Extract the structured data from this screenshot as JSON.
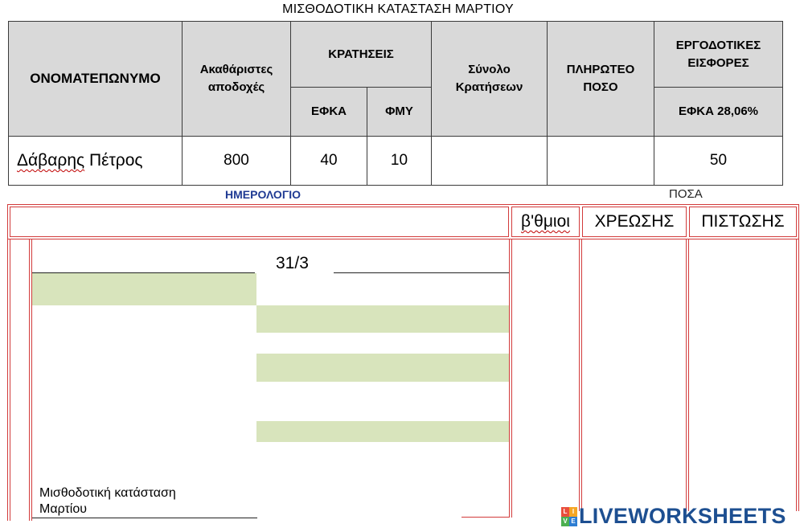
{
  "payroll": {
    "title": "ΜΙΣΘΟΔΟΤΙΚΗ ΚΑΤΑΣΤΑΣΗ ΜΑΡΤΙΟΥ",
    "headers": {
      "name": "ΟΝΟΜΑΤΕΠΩΝΥΜΟ",
      "gross": "Ακαθάριστες αποδοχές",
      "deductions": "ΚΡΑΤΗΣΕΙΣ",
      "efka": "ΕΦΚΑ",
      "fmy": "ΦΜΥ",
      "total_deductions": "Σύνολο Κρατήσεων",
      "net": "ΠΛΗΡΩΤΕΟ ΠΟΣΟ",
      "employer": "ΕΡΓΟΔΟΤΙΚΕΣ ΕΙΣΦΟΡΕΣ",
      "employer_efka": "ΕΦΚΑ 28,06%"
    },
    "row": {
      "surname": "Δάβαρης",
      "firstname": "Πέτρος",
      "gross": "800",
      "efka": "40",
      "fmy": "10",
      "total_deductions": "",
      "net": "",
      "employer_efka": "50"
    }
  },
  "journal": {
    "title": "ΗΜΕΡΟΛΟΓΙΟ",
    "amounts_title": "ΠΟΣΑ",
    "columns": {
      "subaccounts": "β'θμιοι",
      "debit": "ΧΡΕΩΣΗΣ",
      "credit": "ΠΙΣΤΩΣΗΣ"
    },
    "date": "31/3",
    "description_line1": "Μισθοδοτική κατάσταση",
    "description_line2": "Μαρτίου"
  },
  "branding": {
    "logo_text": "LIVEWORKSHEETS",
    "badge_letters": [
      "L",
      "I",
      "V",
      "E"
    ],
    "badge_colors": [
      "#e94e3c",
      "#f5a623",
      "#4caf50",
      "#2d7dd2"
    ]
  }
}
